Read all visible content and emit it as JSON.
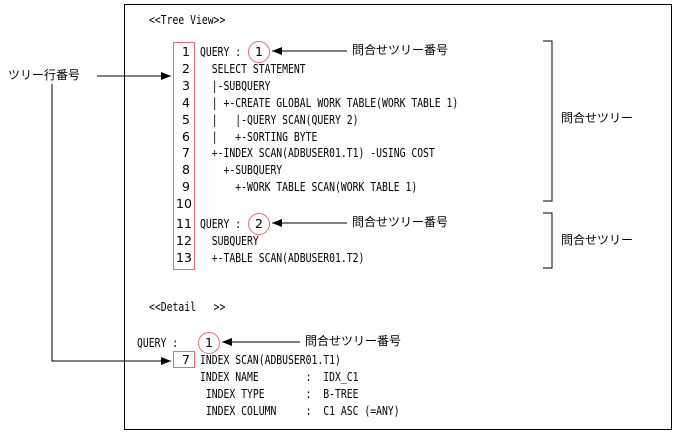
{
  "tree_view": {
    "header": "<<Tree View>>",
    "query1_numbers": [
      "1",
      "2",
      "3",
      "4",
      "5",
      "6",
      "7",
      "8",
      "9",
      "10"
    ],
    "query1_lines": [
      "QUERY :",
      "  SELECT STATEMENT",
      "  |-SUBQUERY",
      "  | +-CREATE GLOBAL WORK TABLE(WORK TABLE 1)",
      "  |   |-QUERY SCAN(QUERY 2)",
      "  |   +-SORTING BYTE",
      "  +-INDEX SCAN(ADBUSER01.T1) -USING COST",
      "    +-SUBQUERY",
      "      +-WORK TABLE SCAN(WORK TABLE 1)",
      ""
    ],
    "query1_circle": "1",
    "query2_numbers": [
      "11",
      "12",
      "13"
    ],
    "query2_lines": [
      "QUERY :",
      "  SUBQUERY",
      "  +-TABLE SCAN(ADBUSER01.T2)"
    ],
    "query2_circle": "2"
  },
  "detail": {
    "header": "<<Detail   >>",
    "query_label": "QUERY :",
    "query_circle": "1",
    "line_number": "7",
    "lines": [
      "INDEX SCAN(ADBUSER01.T1)",
      "INDEX NAME        :  IDX_C1",
      " INDEX TYPE       :  B-TREE",
      " INDEX COLUMN     :  C1 ASC (=ANY)"
    ]
  },
  "annotations": {
    "tree_line_number": "ツリー行番号",
    "query_tree_number": "問合せツリー番号",
    "query_tree": "問合せツリー"
  }
}
